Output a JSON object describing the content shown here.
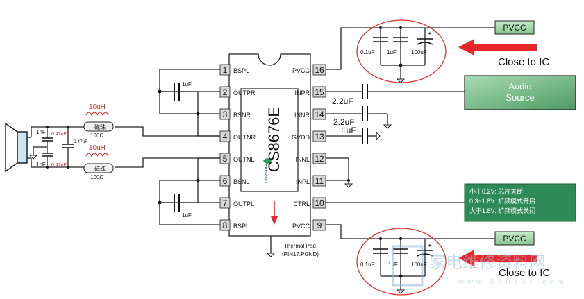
{
  "chip": {
    "part_number": "CS8676E",
    "brand": "CHIPSTAR",
    "thermal_pad_line1": "Thermal Pad",
    "thermal_pad_line2": "(PIN17:PGND)"
  },
  "pins_left": [
    {
      "num": "1",
      "name": "BSPL"
    },
    {
      "num": "2",
      "name": "OUTPR"
    },
    {
      "num": "3",
      "name": "BSNR"
    },
    {
      "num": "4",
      "name": "OUTNR"
    },
    {
      "num": "5",
      "name": "OUTNL"
    },
    {
      "num": "6",
      "name": "BSNL"
    },
    {
      "num": "7",
      "name": "OUTPL"
    },
    {
      "num": "8",
      "name": "BSPL"
    }
  ],
  "pins_right": [
    {
      "num": "16",
      "name": "PVCC"
    },
    {
      "num": "15",
      "name": "INPR"
    },
    {
      "num": "14",
      "name": "INNR"
    },
    {
      "num": "13",
      "name": "GVDD"
    },
    {
      "num": "12",
      "name": "INNL"
    },
    {
      "num": "11",
      "name": "INPL"
    },
    {
      "num": "10",
      "name": "CTRL"
    },
    {
      "num": "9",
      "name": "PVCC"
    }
  ],
  "bootstrap_caps": {
    "top": "1uF",
    "bottom": "1uF"
  },
  "input_caps": {
    "inpr": "2.2uF",
    "innr": "2.2uF",
    "gvdd": "1uF"
  },
  "pvcc_top": {
    "label": "PVCC",
    "caps": [
      "0.1uF",
      "1uF",
      "100uF"
    ],
    "note": "Close to IC"
  },
  "pvcc_bottom": {
    "label": "PVCC",
    "caps": [
      "0.1uF",
      "1uF",
      "100uF"
    ],
    "note": "Close to IC"
  },
  "audio_source": {
    "line1": "Audio",
    "line2": "Source"
  },
  "ctrl_box": {
    "line1": "小于0.2V: 芯片关断",
    "line2": "0.3~1.8V: 扩频模式开启",
    "line3": "大于1.8V: 扩频模式关闭"
  },
  "output_filter": {
    "inductor_top": "10uH",
    "inductor_bottom": "10uH",
    "bead_label": "磁珠",
    "bead_top_ohm": "100Ω",
    "bead_bottom_ohm": "100Ω",
    "cap_1nf_top": "1nF",
    "cap_1nf_bottom": "1nF",
    "red_cap_top": "0.47uF",
    "red_cap_bottom": "0.47uF",
    "cap_middle": "0.47uF"
  },
  "watermark": {
    "text": "家电维修资料网",
    "url": "www.520101.com"
  },
  "colors": {
    "arrow_red": "#e8252a",
    "circle_red": "#e03030",
    "green_box": "#a7d9ab",
    "green_dark": "#5e9f6a",
    "audio_box": "#6fad7c",
    "ctrl_box": "#2e8b57"
  }
}
